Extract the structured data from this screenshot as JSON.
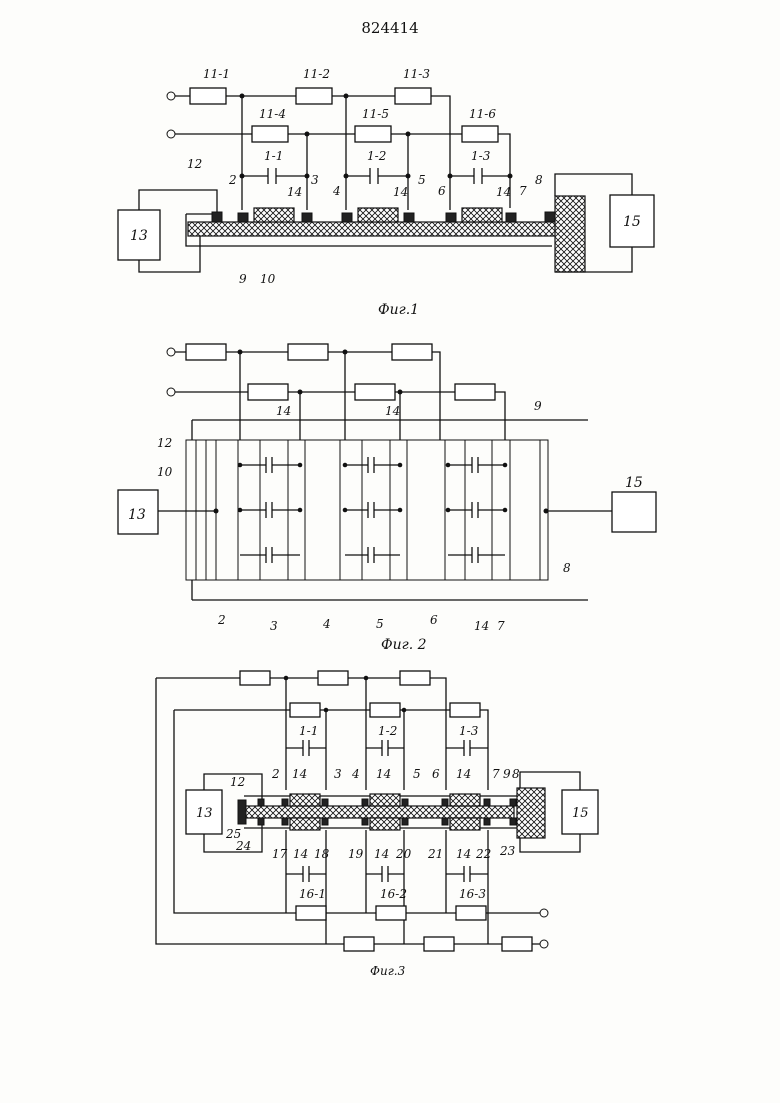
{
  "document": {
    "number": "824414"
  },
  "figures": [
    {
      "caption": "Фиг.1",
      "resistor_labels": [
        "11-1",
        "11-2",
        "11-3",
        "11-4",
        "11-5",
        "11-6"
      ],
      "capacitor_labels": [
        "1-1",
        "1-2",
        "1-3"
      ],
      "electrode_labels": [
        "2",
        "3",
        "4",
        "5",
        "6",
        "7",
        "8",
        "12"
      ],
      "layer_labels": [
        "14",
        "14",
        "14",
        "9",
        "10"
      ],
      "block_labels": [
        "13",
        "15"
      ]
    },
    {
      "caption": "Фиг. 2",
      "top_labels": [
        "14",
        "14",
        "9"
      ],
      "left_labels": [
        "12",
        "10"
      ],
      "bottom_labels": [
        "2",
        "3",
        "4",
        "5",
        "6",
        "14",
        "7"
      ],
      "right_label": "8",
      "block_labels": [
        "13",
        "15"
      ]
    },
    {
      "caption": "Фиг.3",
      "capacitor_labels_top": [
        "1-1",
        "1-2",
        "1-3"
      ],
      "capacitor_labels_bottom": [
        "16-1",
        "16-2",
        "16-3"
      ],
      "electrode_labels_top": [
        "2",
        "3",
        "4",
        "5",
        "6",
        "7",
        "9",
        "8",
        "12"
      ],
      "electrode_labels_bottom": [
        "17",
        "18",
        "19",
        "20",
        "21",
        "22",
        "23",
        "24",
        "25"
      ],
      "layer_labels": [
        "14",
        "14",
        "14",
        "14",
        "14",
        "14"
      ],
      "block_labels": [
        "13",
        "15"
      ]
    }
  ]
}
